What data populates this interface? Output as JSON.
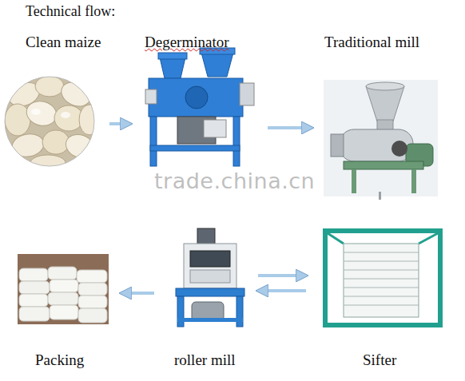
{
  "diagram": {
    "title": "Technical flow:",
    "nodes": [
      {
        "text": [
          "Clean maize"
        ]
      },
      {
        "text": [
          "Degerminator"
        ]
      },
      {
        "text": [
          "Traditional mill"
        ]
      },
      {
        "text": [
          "Packing"
        ]
      },
      {
        "text": [
          "roller mill"
        ]
      },
      {
        "text": [
          "Sifter"
        ]
      }
    ],
    "edges": [
      {
        "from": 0,
        "to": 1,
        "arrow": "to"
      },
      {
        "from": 1,
        "to": 2,
        "arrow": "to"
      },
      {
        "from": 4,
        "to": 5,
        "arrow": "to"
      },
      {
        "from": 5,
        "to": 4,
        "arrow": "to"
      },
      {
        "from": 4,
        "to": 3,
        "arrow": "to"
      }
    ],
    "labels": [
      "trade.china.cn"
    ]
  }
}
